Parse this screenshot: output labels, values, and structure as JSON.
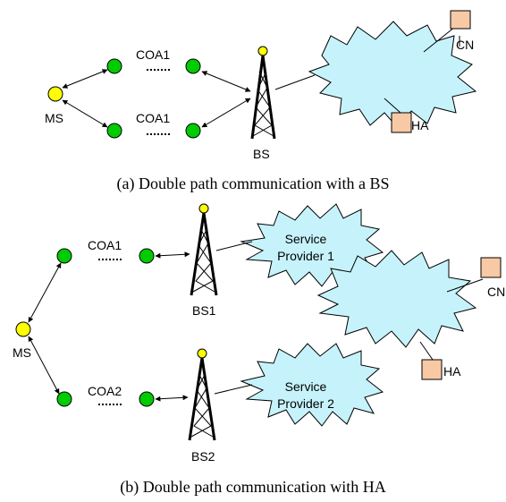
{
  "panel_a": {
    "ms_label": "MS",
    "coa_top_label": "COA1",
    "coa_bottom_label": "COA1",
    "bs_label": "BS",
    "cn_label": "CN",
    "ha_label": "HA",
    "caption": "(a) Double path communication with a BS"
  },
  "panel_b": {
    "ms_label": "MS",
    "coa_top_label": "COA1",
    "coa_bottom_label": "COA2",
    "bs1_label": "BS1",
    "bs2_label": "BS2",
    "sp1_line1": "Service",
    "sp1_line2": "Provider 1",
    "sp2_line1": "Service",
    "sp2_line2": "Provider 2",
    "cn_label": "CN",
    "ha_label": "HA",
    "caption": "(b) Double path communication with HA"
  },
  "colors": {
    "mobile_station": "#ffff00",
    "access_node": "#00cc00",
    "cloud": "#c6f3fb",
    "host_box": "#f7c9a4"
  }
}
